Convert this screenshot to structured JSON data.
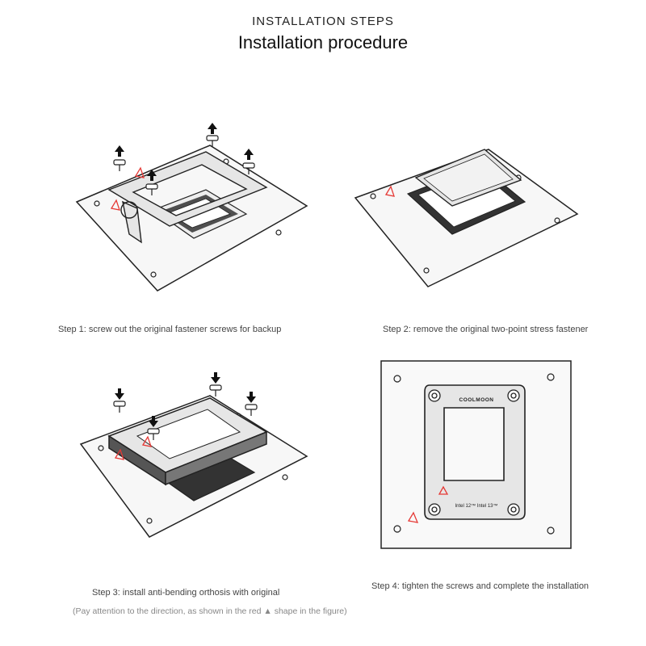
{
  "header": {
    "eyebrow": "INSTALLATION STEPS",
    "title": "Installation procedure"
  },
  "steps": [
    {
      "caption": "Step 1: screw out the original fastener screws for backup"
    },
    {
      "caption": "Step 2: remove the original two-point stress fastener"
    },
    {
      "caption": "Step 3: install anti-bending orthosis with original"
    },
    {
      "caption": "Step 4: tighten the screws and complete the installation"
    }
  ],
  "note": "(Pay attention to the direction, as shown in the red ▲ shape in the figure)",
  "bracket": {
    "brand": "COOLMOON",
    "model": "Intel 12™ Intel 13™"
  },
  "colors": {
    "line": "#222222",
    "accent_red": "#e53935",
    "metal": "#e6e6e6",
    "board": "#f7f7f7"
  }
}
